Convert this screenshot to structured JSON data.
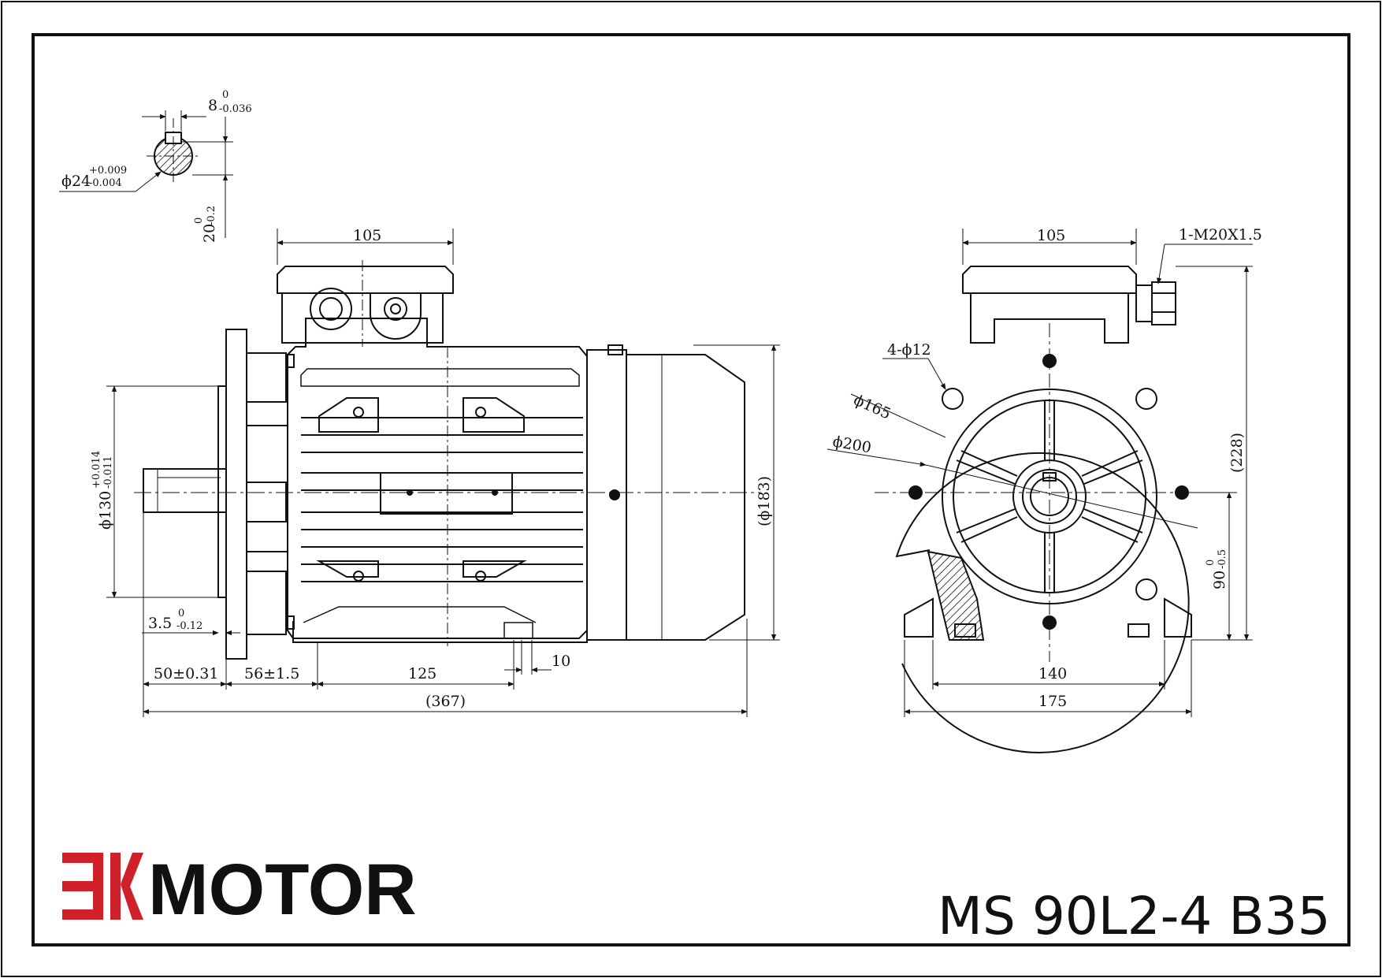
{
  "title_block": {
    "brand_word": "MOTOR",
    "logo_letters": "EK",
    "model": "MS 90L2-4 B35"
  },
  "colors": {
    "ink": "#111111",
    "logo_red": "#d0202a",
    "paper": "#ffffff"
  },
  "shaft_section": {
    "key_width": "8",
    "key_width_upper": "0",
    "key_width_lower": "-0.036",
    "shaft_dia": "ϕ24",
    "shaft_dia_upper": "+0.009",
    "shaft_dia_lower": "-0.004",
    "key_depth": "20",
    "key_depth_upper": "0",
    "key_depth_lower": "-0.2"
  },
  "side_view": {
    "terminal_box_width": "105",
    "spigot_dia": "ϕ130",
    "spigot_upper": "+0.014",
    "spigot_lower": "-0.011",
    "body_dia": "(ϕ183)",
    "flange_offset": "3.5",
    "flange_offset_upper": "0",
    "flange_offset_lower": "-0.12",
    "shaft_length": "50±0.31",
    "flange_to_foot": "56±1.5",
    "foot_hole_spacing": "125",
    "foot_hole_dia": "10",
    "overall_length": "(367)"
  },
  "front_view": {
    "terminal_box_width": "105",
    "cable_gland": "1-M20X1.5",
    "flange_holes": "4-ϕ12",
    "pcd": "ϕ165",
    "flange_dia": "ϕ200",
    "overall_height": "(228)",
    "shaft_height": "90",
    "shaft_height_upper": "0",
    "shaft_height_lower": "-0.5",
    "foot_hole_spacing": "140",
    "foot_width": "175"
  }
}
